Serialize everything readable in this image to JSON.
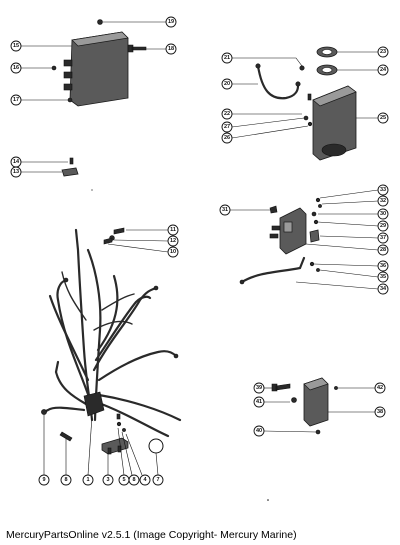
{
  "caption": "MercuryPartsOnline v2.5.1 (Image Copyright- Mercury Marine)",
  "callouts": {
    "c19": "19",
    "c15": "15",
    "c18": "18",
    "c16": "16",
    "c17": "17",
    "c21": "21",
    "c20": "20",
    "c22": "22",
    "c27": "27",
    "c26": "26",
    "c23": "23",
    "c24": "24",
    "c25": "25",
    "c14": "14",
    "c13": "13",
    "c11": "11",
    "c12": "12",
    "c10": "10",
    "c31": "31",
    "c33a": "33",
    "c32": "32",
    "c30": "30",
    "c29": "29",
    "c37": "37",
    "c28": "28",
    "c36": "36",
    "c35": "35",
    "c34": "34",
    "c39": "39",
    "c42": "42",
    "c41": "41",
    "c38": "38",
    "c40": "40",
    "c9": "9",
    "c8a": "8",
    "c1": "1",
    "c3": "3",
    "c5": "5",
    "c8b": "8",
    "c4": "4",
    "c7": "7"
  }
}
